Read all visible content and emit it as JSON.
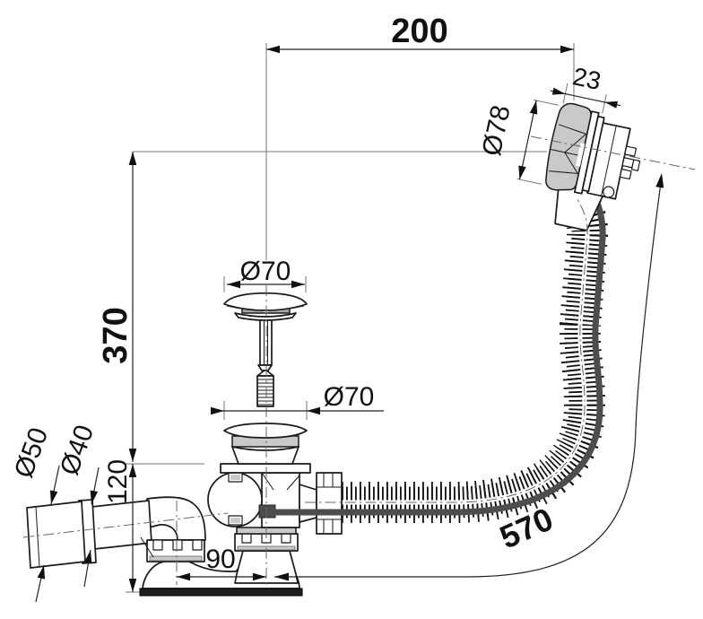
{
  "drawing": {
    "title": "Bathtub waste and overflow set - dimensioned technical drawing",
    "dims": {
      "d200": "200",
      "d23": "23",
      "d78": "Ø78",
      "d370": "370",
      "d70_cap": "Ø70",
      "d70_flange": "Ø70",
      "d50": "Ø50",
      "d40": "Ø40",
      "d120": "120",
      "d90": "90",
      "d570": "570"
    },
    "colors": {
      "line": "#1a1a1a",
      "dim_line": "#222222",
      "extension_line": "#777777",
      "part_fill": "#ffffff",
      "gray_fill": "#c9c9c9",
      "dark_gray_fill": "#a8a8a8",
      "cable": "#4d4d4d",
      "base_plate": "#1e1e1e"
    }
  }
}
